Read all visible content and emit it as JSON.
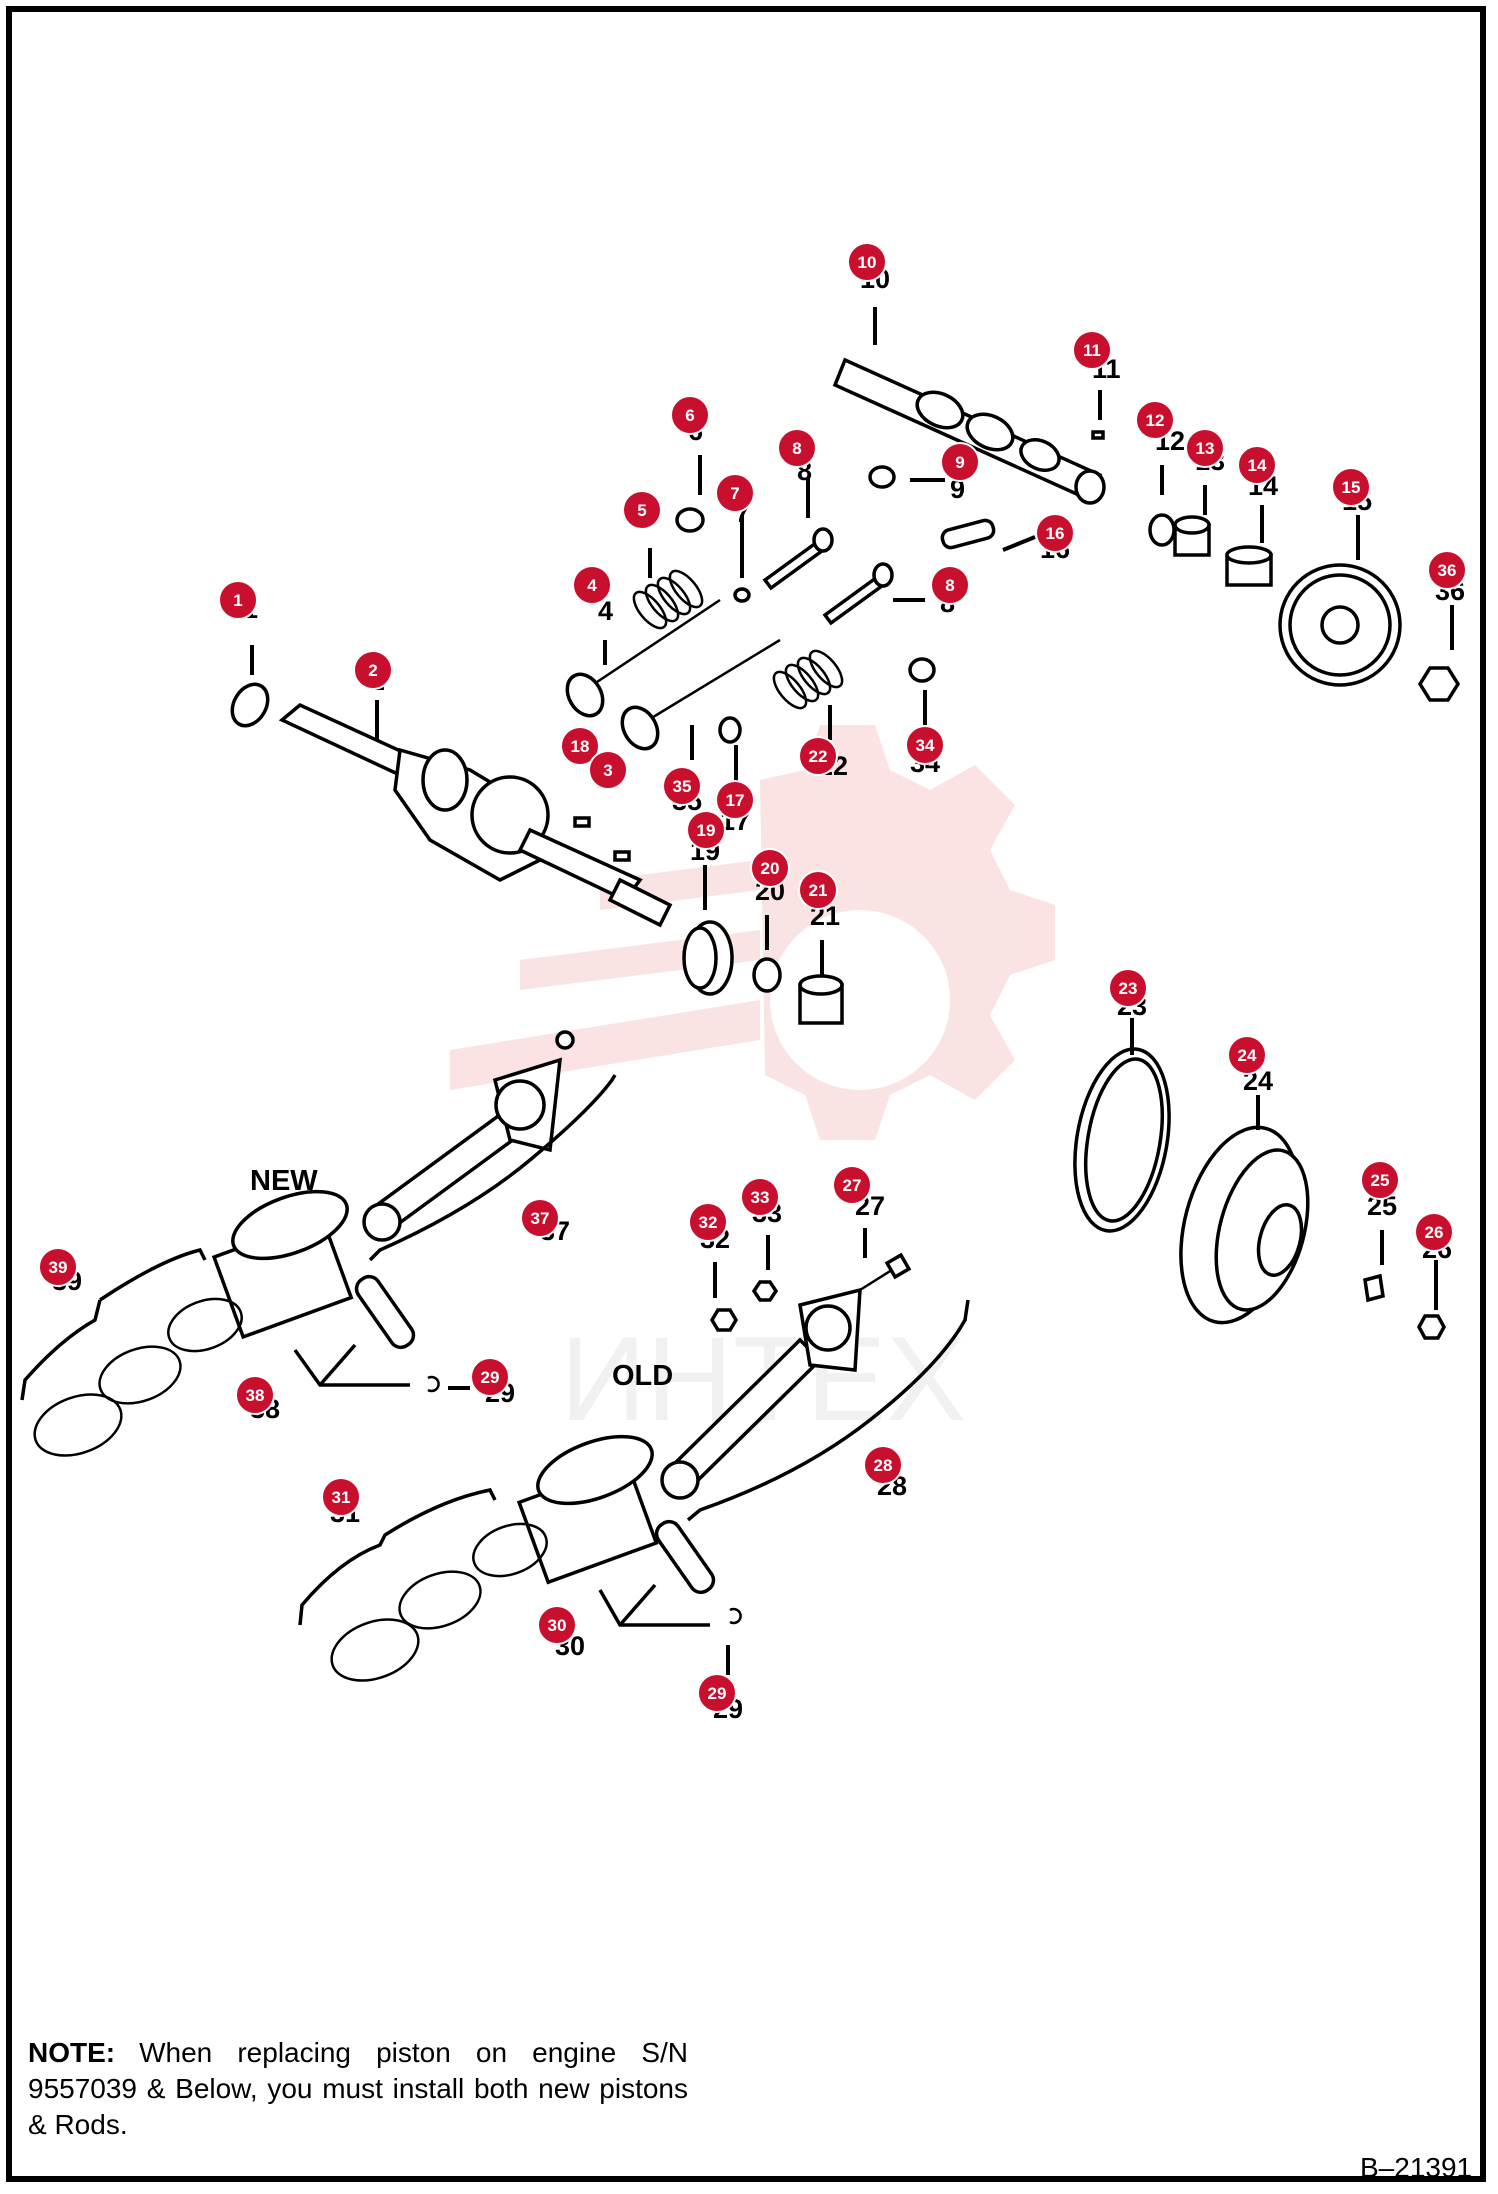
{
  "labels": {
    "new": "NEW",
    "old": "OLD"
  },
  "callouts": [
    "1",
    "2",
    "3",
    "4",
    "5",
    "6",
    "7",
    "8",
    "9",
    "10",
    "11",
    "12",
    "13",
    "14",
    "15",
    "16",
    "8",
    "18",
    "3",
    "35",
    "17",
    "19",
    "20",
    "21",
    "22",
    "34",
    "36",
    "23",
    "24",
    "25",
    "26",
    "27",
    "32",
    "33",
    "37",
    "39",
    "38",
    "29",
    "28",
    "31",
    "30",
    "29"
  ],
  "note": {
    "label": "NOTE:",
    "text": "When replacing piston on engine S/N 9557039 & Below, you must install both new pistons & Rods."
  },
  "drawing_id": "B–21391",
  "colors": {
    "callout": "#c8102e",
    "watermark": "#f3b0b0",
    "line": "#000000"
  }
}
